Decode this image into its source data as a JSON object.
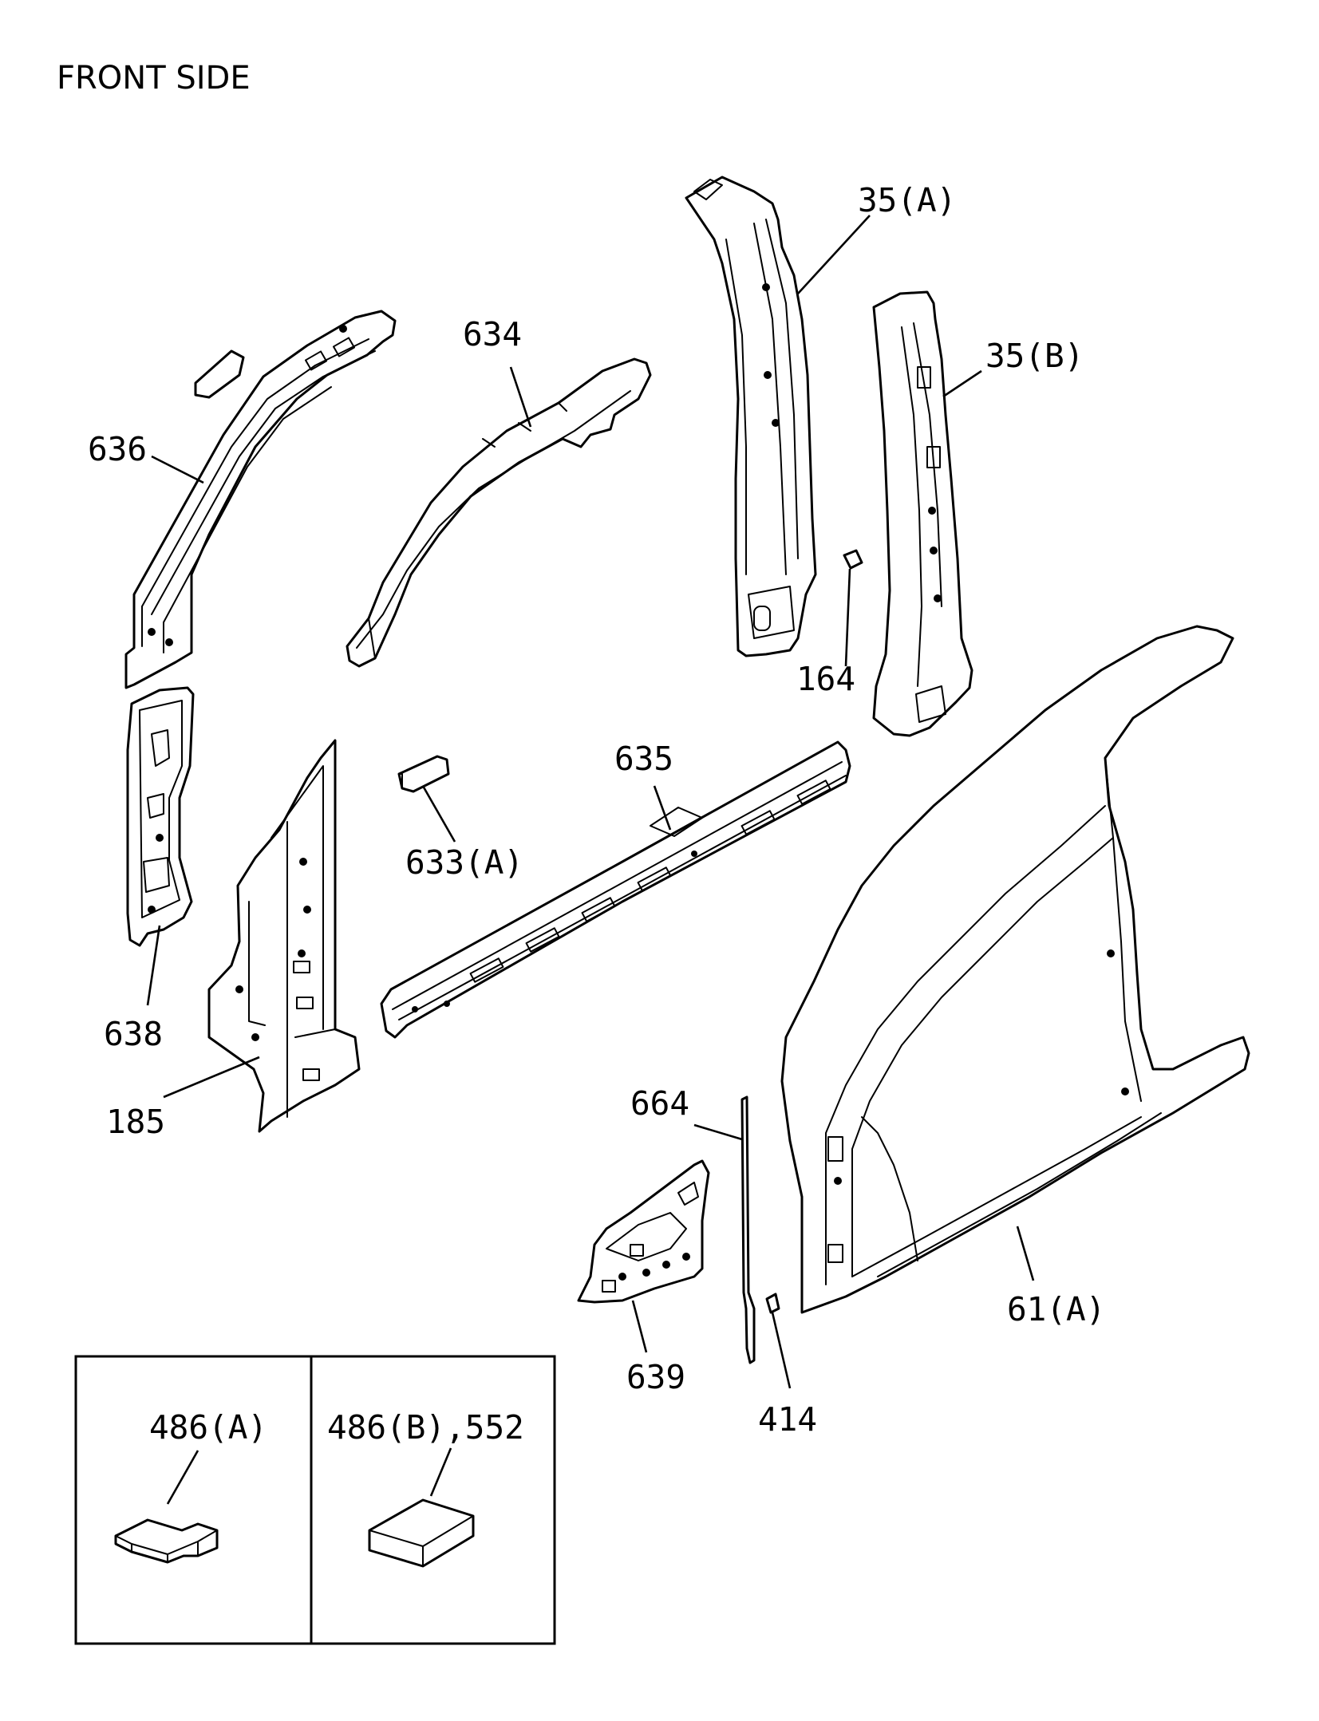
{
  "title": "FRONT SIDE",
  "labels": {
    "l636": "636",
    "l634": "634",
    "l35a": "35(A)",
    "l35b": "35(B)",
    "l164": "164",
    "l635": "635",
    "l633a": "633(A)",
    "l638": "638",
    "l185": "185",
    "l664": "664",
    "l639": "639",
    "l414": "414",
    "l61a": "61(A)",
    "l486a": "486(A)",
    "l486b552": "486(B),552"
  }
}
